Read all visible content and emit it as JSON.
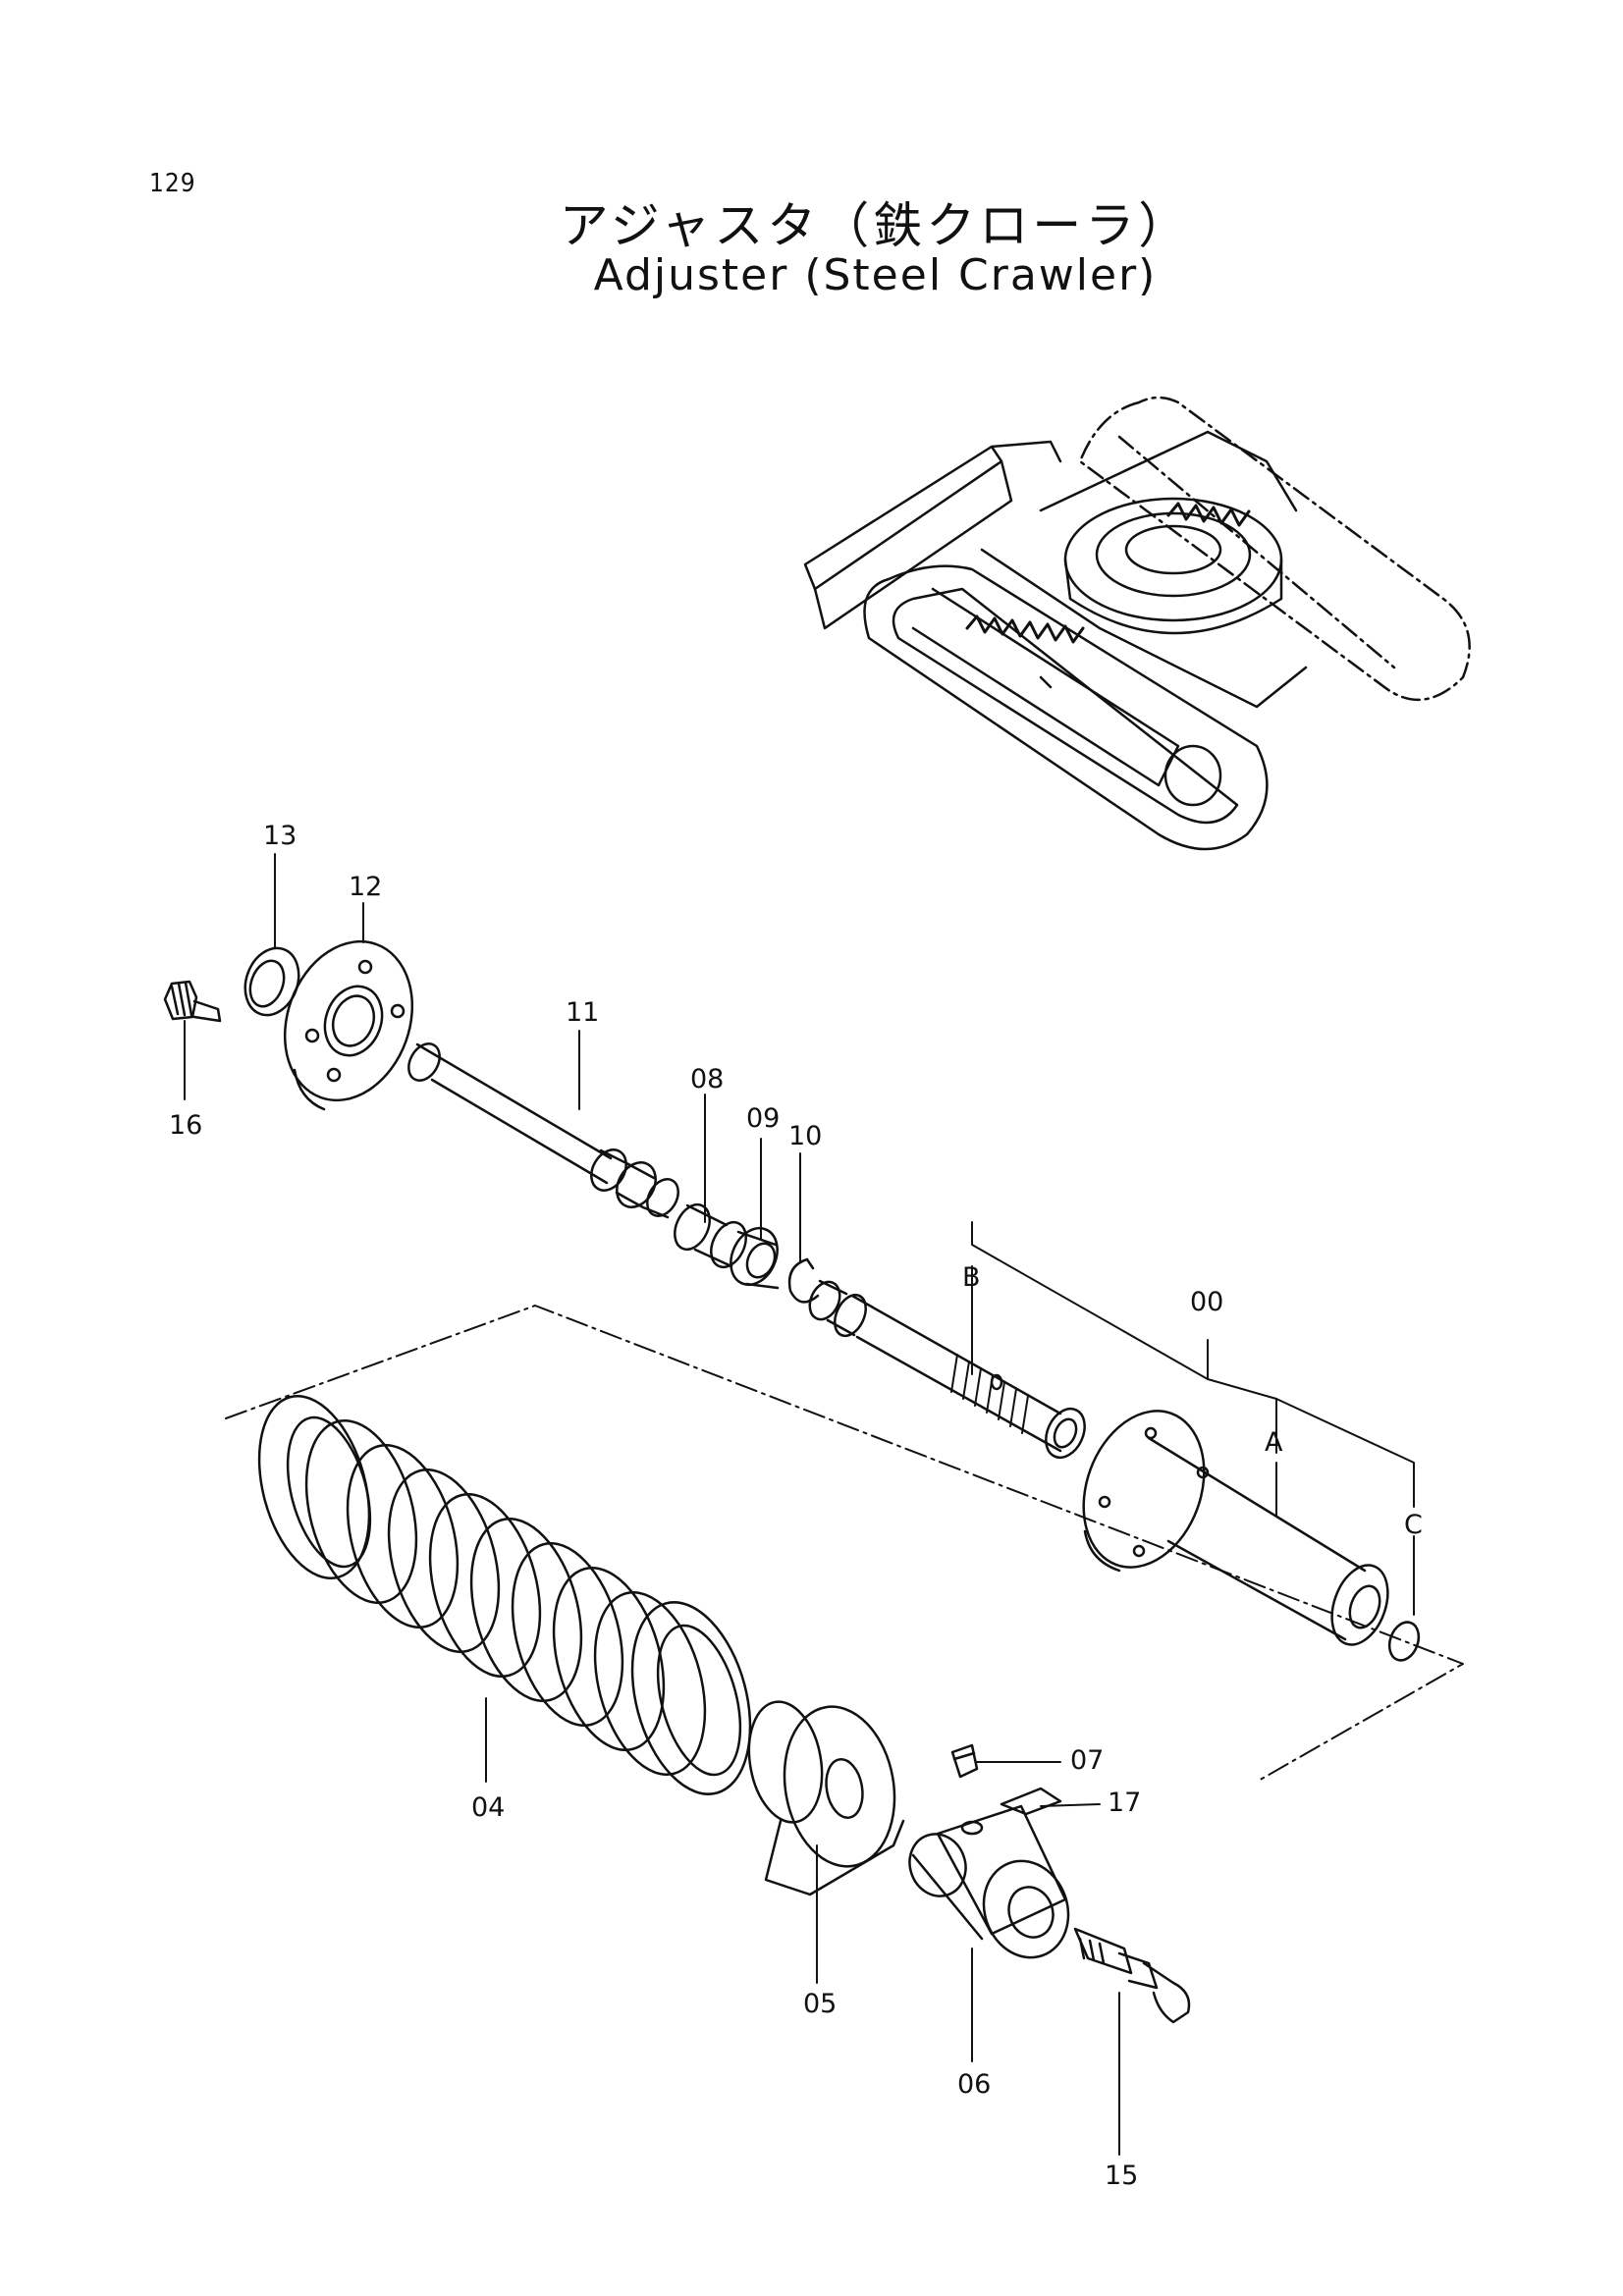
{
  "page_number": "129",
  "title_jp": "アジャスタ（鉄クローラ）",
  "title_en": "Adjuster (Steel Crawler)",
  "callouts": {
    "p00": "00",
    "p04": "04",
    "p05": "05",
    "p06": "06",
    "p07": "07",
    "p08": "08",
    "p09": "09",
    "p10": "10",
    "p11": "11",
    "p12": "12",
    "p13": "13",
    "p15": "15",
    "p16": "16",
    "p17": "17",
    "a": "A",
    "b": "B",
    "c": "C"
  }
}
